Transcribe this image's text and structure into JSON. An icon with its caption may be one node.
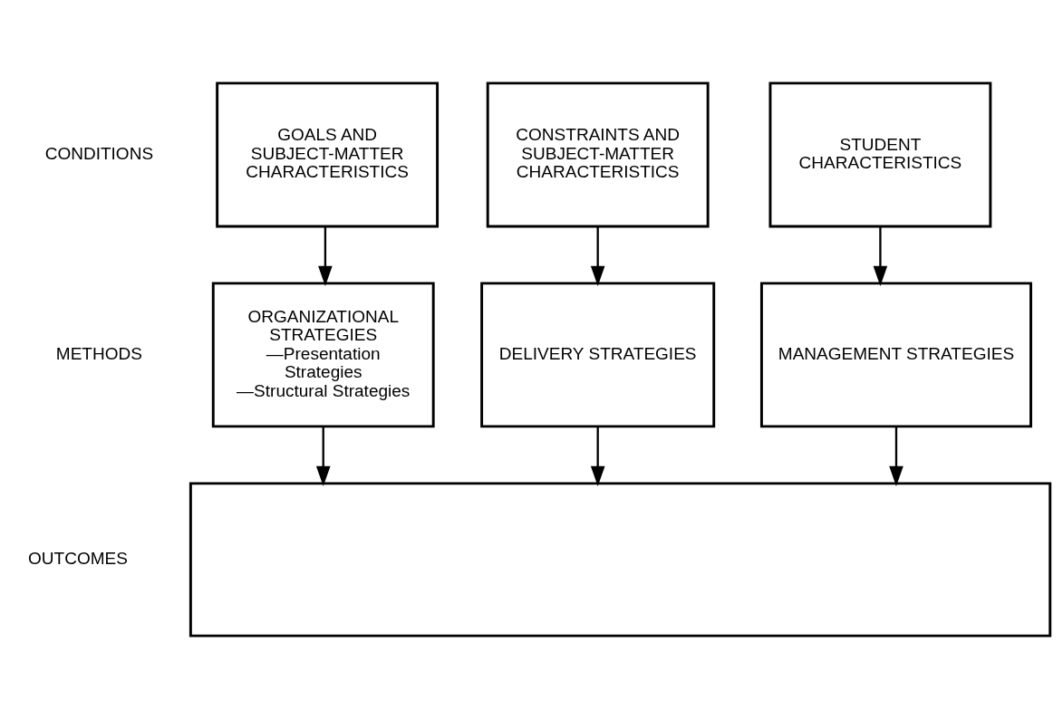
{
  "diagram": {
    "nodes": [
      {
        "text": [
          "GOALS AND SUBJECT-MATTER CHARACTERISTICS"
        ]
      },
      {
        "text": [
          "CONSTRAINTS AND SUBJECT-MATTER CHARACTERISTICS"
        ]
      },
      {
        "text": [
          "STUDENT CHARACTERISTICS"
        ]
      },
      {
        "text": [
          "ORGANIZATIONAL STRATEGIES",
          "—Presentation Strategies",
          "—Structural Strategies"
        ]
      },
      {
        "text": [
          "DELIVERY STRATEGIES"
        ]
      },
      {
        "text": [
          "MANAGEMENT STRATEGIES"
        ]
      },
      {
        "text": [],
        "shape": "box"
      }
    ],
    "edges": [
      {
        "from": 0,
        "to": 3,
        "arrow": "to"
      },
      {
        "from": 1,
        "to": 4,
        "arrow": "to"
      },
      {
        "from": 2,
        "to": 5,
        "arrow": "to"
      },
      {
        "from": 3,
        "to": 6,
        "arrow": "to"
      },
      {
        "from": 4,
        "to": 6,
        "arrow": "to"
      },
      {
        "from": 5,
        "to": 6,
        "arrow": "to"
      }
    ],
    "labels": [
      "CONDITIONS",
      "METHODS",
      "OUTCOMES"
    ]
  }
}
